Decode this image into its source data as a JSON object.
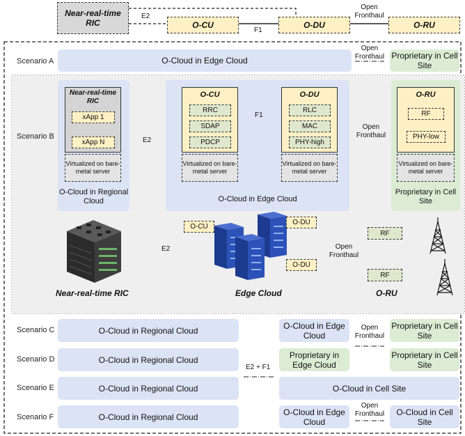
{
  "top": {
    "ric": "Near-real-time RIC",
    "e2": "E2",
    "ocu": "O-CU",
    "f1": "F1",
    "odu": "O-DU",
    "open_fronthaul": "Open Fronthaul",
    "oru": "O-RU"
  },
  "scenario_a": {
    "label": "Scenario A",
    "left": "O-Cloud in Edge Cloud",
    "link": "Open Fronthaul",
    "right": "Proprietary in Cell Site"
  },
  "scenario_b": {
    "label": "Scenario B",
    "ric_title": "Near-real-time RIC",
    "xapp1": "xApp 1",
    "dots": ":",
    "xappn": "xApp N",
    "virt": "Virtualized on bare-metal server",
    "regional_label": "O-Cloud in Regional Cloud",
    "e2": "E2",
    "ocu_title": "O-CU",
    "rrc": "RRC",
    "sdap": "SDAP",
    "pdcp": "PDCP",
    "f1": "F1",
    "odu_title": "O-DU",
    "rlc": "RLC",
    "mac": "MAC",
    "phy_high": "PHY-high",
    "edge_label": "O-Cloud in Edge Cloud",
    "fronthaul": "Open Fronthaul",
    "oru_title": "O-RU",
    "rf": "RF",
    "phy_low": "PHY-low",
    "cell_label": "Proprietary in Cell Site"
  },
  "illustration": {
    "ocu": "O-CU",
    "odu1": "O-DU",
    "odu2": "O-DU",
    "e2": "E2",
    "fronthaul": "Open Fronthaul",
    "rf1": "RF",
    "rf2": "RF",
    "ric_caption": "Near-real-time RIC",
    "edge_caption": "Edge Cloud",
    "oru_caption": "O-RU"
  },
  "scenario_c": {
    "label": "Scenario C",
    "left": "O-Cloud in Regional Cloud",
    "mid": "O-Cloud in Edge Cloud",
    "link": "Open Fronthaul",
    "right": "Proprietary in Cell Site"
  },
  "scenario_d": {
    "label": "Scenario D",
    "left": "O-Cloud in Regional Cloud",
    "mid": "Proprietary in Edge Cloud",
    "right": "Proprietary in Cell Site"
  },
  "e2f1": "E2 + F1",
  "scenario_e": {
    "label": "Scenario E",
    "left": "O-Cloud in Regional Cloud",
    "right": "O-Cloud in Cell Site"
  },
  "scenario_f": {
    "label": "Scenario F",
    "left": "O-Cloud in Regional Cloud",
    "mid": "O-Cloud in Edge Cloud",
    "link": "Open Fronthaul",
    "right": "O-Cloud in Cell Site"
  }
}
